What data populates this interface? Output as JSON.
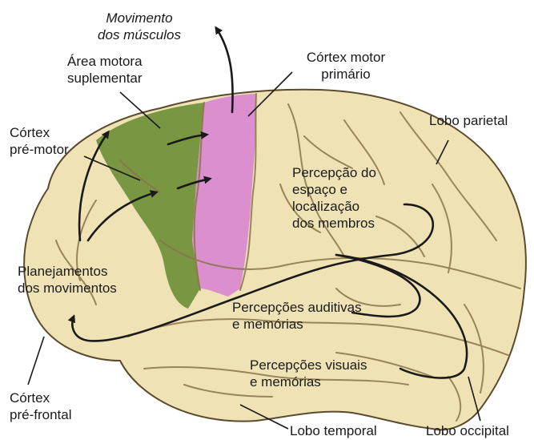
{
  "labels": {
    "movement": [
      "Movimento",
      "dos músculos"
    ],
    "supp_motor": [
      "Área motora",
      "suplementar"
    ],
    "primary_motor": [
      "Córtex motor",
      "primário"
    ],
    "premotor": [
      "Córtex",
      "pré-motor"
    ],
    "parietal": "Lobo parietal",
    "space_perception": [
      "Percepção do",
      "espaço e",
      "localização",
      "dos membros"
    ],
    "planning": [
      "Planejamentos",
      "dos movimentos"
    ],
    "auditory": [
      "Percepções auditivas",
      "e memórias"
    ],
    "visual": [
      "Percepções visuais",
      "e memórias"
    ],
    "prefrontal": [
      "Córtex",
      "pré-frontal"
    ],
    "temporal": "Lobo temporal",
    "occipital": "Lobo occipital"
  },
  "colors": {
    "brain": "#efe3b6",
    "brain_outline": "#5c4a2c",
    "sulci": "#8a7548",
    "premotor_area": "#6f8f3a",
    "primary_motor_area": "#d98ad0",
    "arrows": "#1a1a1a"
  }
}
